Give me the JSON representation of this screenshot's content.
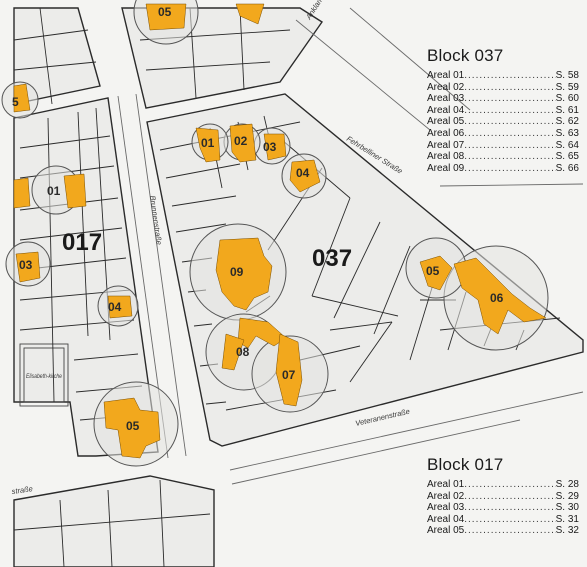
{
  "colors": {
    "paper": "#f4f4f2",
    "street": "#f8f8f6",
    "block_fill": "#ececea",
    "parcel_line": "#2b2b2b",
    "building": "#f2a81d",
    "circle": "#555555",
    "circle_fill": "#e4e4e0"
  },
  "blocks": [
    {
      "id": "block-017",
      "label": "017"
    },
    {
      "id": "block-037",
      "label": "037"
    }
  ],
  "areal_markers": {
    "block_037": [
      "01",
      "02",
      "03",
      "04",
      "05",
      "06",
      "07",
      "08",
      "09"
    ],
    "block_017": [
      "01",
      "03",
      "04",
      "05"
    ],
    "other": [
      "05",
      "5"
    ]
  },
  "streets": [
    "Brunnenstraße",
    "Fehrbelliner Straße",
    "Veteranenstraße",
    "Anklamer",
    "straße"
  ],
  "landmarks": [
    "Elisabeth-kirche"
  ],
  "legends": [
    {
      "title": "Block 037",
      "entries": [
        {
          "name": "Areal 01",
          "page": "S. 58"
        },
        {
          "name": "Areal 02",
          "page": "S. 59"
        },
        {
          "name": "Areal 03",
          "page": "S. 60"
        },
        {
          "name": "Areal 04",
          "page": "S. 61"
        },
        {
          "name": "Areal 05",
          "page": "S. 62"
        },
        {
          "name": "Areal 06",
          "page": "S. 63"
        },
        {
          "name": "Areal 07",
          "page": "S. 64"
        },
        {
          "name": "Areal 08",
          "page": "S. 65"
        },
        {
          "name": "Areal 09",
          "page": "S. 66"
        }
      ]
    },
    {
      "title": "Block 017",
      "entries": [
        {
          "name": "Areal 01",
          "page": "S. 28"
        },
        {
          "name": "Areal 02",
          "page": "S. 29"
        },
        {
          "name": "Areal 03",
          "page": "S. 30"
        },
        {
          "name": "Areal 04",
          "page": "S. 31"
        },
        {
          "name": "Areal 05",
          "page": "S. 32"
        }
      ]
    }
  ]
}
